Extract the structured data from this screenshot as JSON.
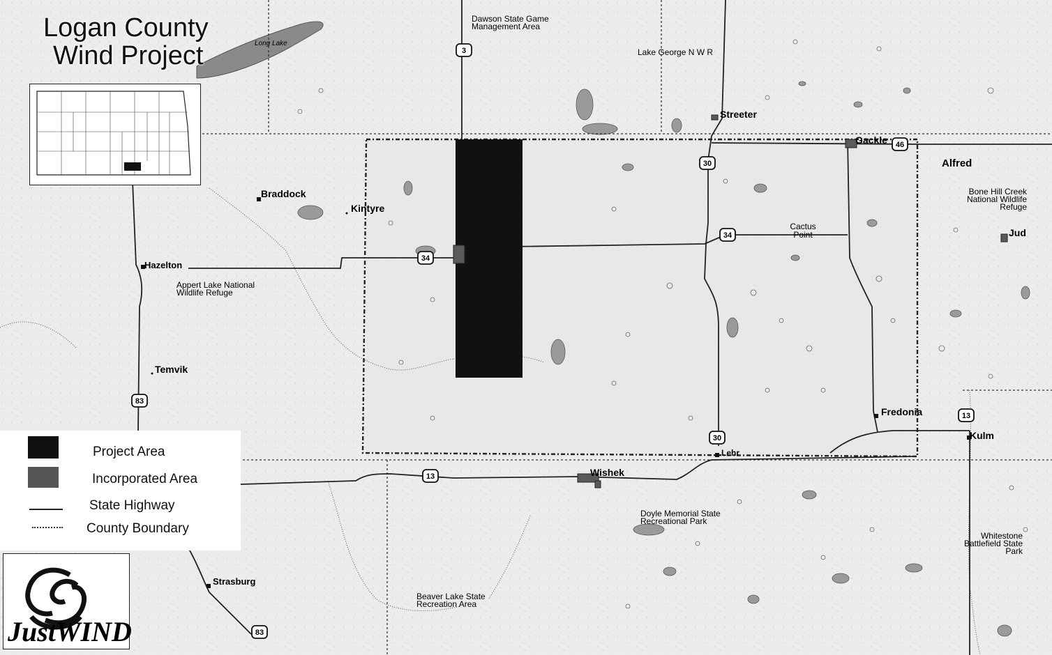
{
  "title": {
    "line1": "Logan County",
    "line2": "Wind Project"
  },
  "places": [
    {
      "id": "braddock",
      "label": "Braddock"
    },
    {
      "id": "kintyre",
      "label": "Kintyre"
    },
    {
      "id": "hazelton",
      "label": "Hazelton"
    },
    {
      "id": "temvik",
      "label": "Temvik"
    },
    {
      "id": "strasburg",
      "label": "Strasburg"
    },
    {
      "id": "streeter",
      "label": "Streeter"
    },
    {
      "id": "gackle",
      "label": "Gackle"
    },
    {
      "id": "alfred",
      "label": "Alfred"
    },
    {
      "id": "jud",
      "label": "Jud"
    },
    {
      "id": "fredonia",
      "label": "Fredonia"
    },
    {
      "id": "kulm",
      "label": "Kulm"
    },
    {
      "id": "lehr",
      "label": "Lehr"
    },
    {
      "id": "wishek",
      "label": "Wishek"
    },
    {
      "id": "cactus-point",
      "label": "Cactus Point"
    }
  ],
  "areas": [
    {
      "id": "long-lake",
      "label": "Long Lake"
    },
    {
      "id": "dawson",
      "label": "Dawson State Game Management Area"
    },
    {
      "id": "lake-george",
      "label": "Lake George N W R"
    },
    {
      "id": "bone-hill",
      "label": "Bone Hill Creek National Wildlife Refuge"
    },
    {
      "id": "appert",
      "label": "Appert Lake National Wildlife Refuge"
    },
    {
      "id": "doyle",
      "label": "Doyle Memorial State Recreational Park"
    },
    {
      "id": "whitestone",
      "label": "Whitestone Battlefield State Park"
    },
    {
      "id": "beaver",
      "label": "Beaver Lake State Recreation Area"
    }
  ],
  "highways": [
    {
      "id": "hwy-3",
      "label": "3"
    },
    {
      "id": "hwy-34-west",
      "label": "34"
    },
    {
      "id": "hwy-34-east",
      "label": "34"
    },
    {
      "id": "hwy-30-north",
      "label": "30"
    },
    {
      "id": "hwy-30-south",
      "label": "30"
    },
    {
      "id": "hwy-46",
      "label": "46"
    },
    {
      "id": "hwy-13-west",
      "label": "13"
    },
    {
      "id": "hwy-13-east",
      "label": "13"
    },
    {
      "id": "hwy-83-north",
      "label": "83"
    },
    {
      "id": "hwy-83-south",
      "label": "83"
    }
  ],
  "legend": {
    "items": [
      {
        "id": "project-area",
        "label": "Project Area",
        "color": "#111111"
      },
      {
        "id": "incorporated-area",
        "label": "Incorporated Area",
        "color": "#555555"
      },
      {
        "id": "state-highway",
        "label": "State Highway"
      },
      {
        "id": "county-boundary",
        "label": "County Boundary"
      }
    ]
  },
  "logo": {
    "brand": "JustWIND"
  },
  "colors": {
    "project": "#111111",
    "incorporated": "#5a5a5a",
    "water": "#8a8a8a",
    "road": "#222222",
    "boundary": "#333333"
  }
}
